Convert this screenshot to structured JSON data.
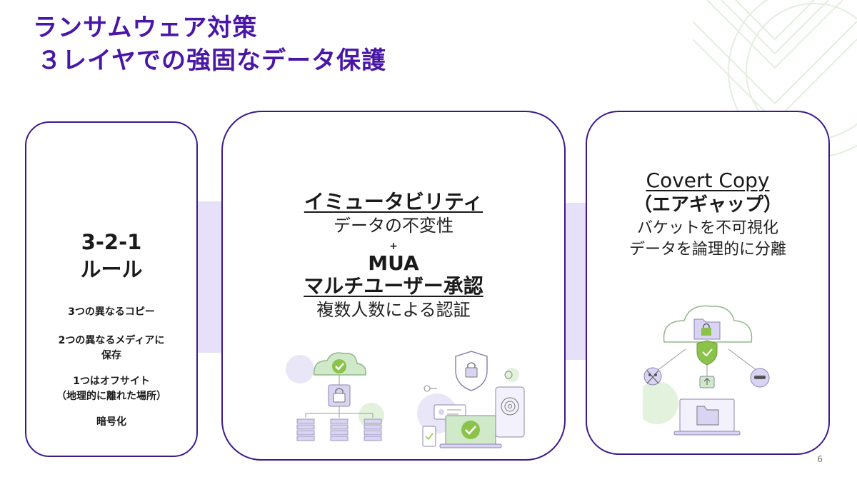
{
  "title": {
    "line1": "ランサムウェア対策",
    "line2": "３レイヤでの強固なデータ保護"
  },
  "card1": {
    "heading_line1": "3-2-1",
    "heading_line2": "ルール",
    "items": [
      "3つの異なるコピー",
      "2つの異なるメディアに保存",
      "1つはオフサイト（地理的に離れた場所）",
      "暗号化"
    ],
    "item2_line1": "2つの異なるメディアに",
    "item2_line2": "保存",
    "item3_line1": "1つはオフサイト",
    "item3_line2": "（地理的に離れた場所）"
  },
  "card2": {
    "heading1": "イミュータビリティ",
    "sub1": "データの不変性",
    "plus": "+",
    "heading2_line1": "MUA",
    "heading2_line2": "マルチユーザー承認",
    "sub2": "複数人数による認証"
  },
  "card3": {
    "heading1": "Covert Copy",
    "heading2": "（エアギャップ）",
    "sub_line1": "バケットを不可視化",
    "sub_line2": "データを論理的に分離"
  },
  "page_number": "6",
  "colors": {
    "title": "#4a16a8",
    "card_border": "#3d1a8c",
    "arrow": "#e6e0f8",
    "accent_green": "#8bc34a",
    "illus_lavender": "#d9d4f2",
    "illus_green": "#cfe9c9"
  }
}
